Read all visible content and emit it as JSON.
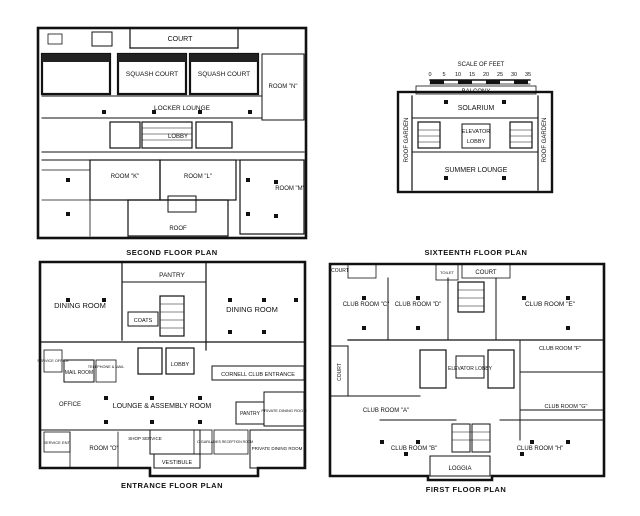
{
  "plans": {
    "second": {
      "caption": "SECOND FLOOR PLAN",
      "rooms": [
        "COURT",
        "SQUASH COURT",
        "SQUASH COURT",
        "SQUASH COURT",
        "ROOM \"N\"",
        "LOCKER LOUNGE",
        "LOBBY",
        "ROOM \"K\"",
        "ROOM \"L\"",
        "ROOM \"M\"",
        "ROOF"
      ]
    },
    "sixteenth": {
      "caption": "SIXTEENTH FLOOR PLAN",
      "scale_title": "SCALE OF FEET",
      "scale_ticks": [
        "0",
        "5",
        "10",
        "15",
        "20",
        "25",
        "30",
        "35"
      ],
      "rooms": [
        "BALCONY",
        "SOLARIUM",
        "ELEVATOR",
        "LOBBY",
        "SUMMER LOUNGE",
        "ROOF GARDEN",
        "ROOF GARDEN"
      ]
    },
    "entrance": {
      "caption": "ENTRANCE FLOOR PLAN",
      "rooms": [
        "PANTRY",
        "DINING ROOM",
        "DINING ROOM",
        "COATS",
        "LOBBY",
        "CORNELL CLUB ENTRANCE",
        "MAIL ROOM",
        "TELEPHONE & MAIL",
        "SERVICE OFFICE",
        "OFFICE",
        "LOUNGE & ASSEMBLY ROOM",
        "PANTRY",
        "PRIVATE DINING ROOM",
        "SERVICE ENT.",
        "ROOM \"O\"",
        "SHOP SERVICE",
        "VESTIBULE",
        "CIGAR",
        "LADIES RECEPTION ROOM",
        "PRIVATE DINING ROOM"
      ]
    },
    "first": {
      "caption": "FIRST FLOOR PLAN",
      "rooms": [
        "COURT",
        "TOILET",
        "COURT",
        "CLUB ROOM \"C\"",
        "CLUB ROOM \"D\"",
        "CLUB ROOM \"E\"",
        "COURT",
        "CLUB ROOM \"F\"",
        "ELEVATOR LOBBY",
        "CLUB ROOM \"A\"",
        "CLUB ROOM \"G\"",
        "CLUB ROOM \"B\"",
        "CLUB ROOM \"H\"",
        "LOGGIA"
      ]
    }
  }
}
